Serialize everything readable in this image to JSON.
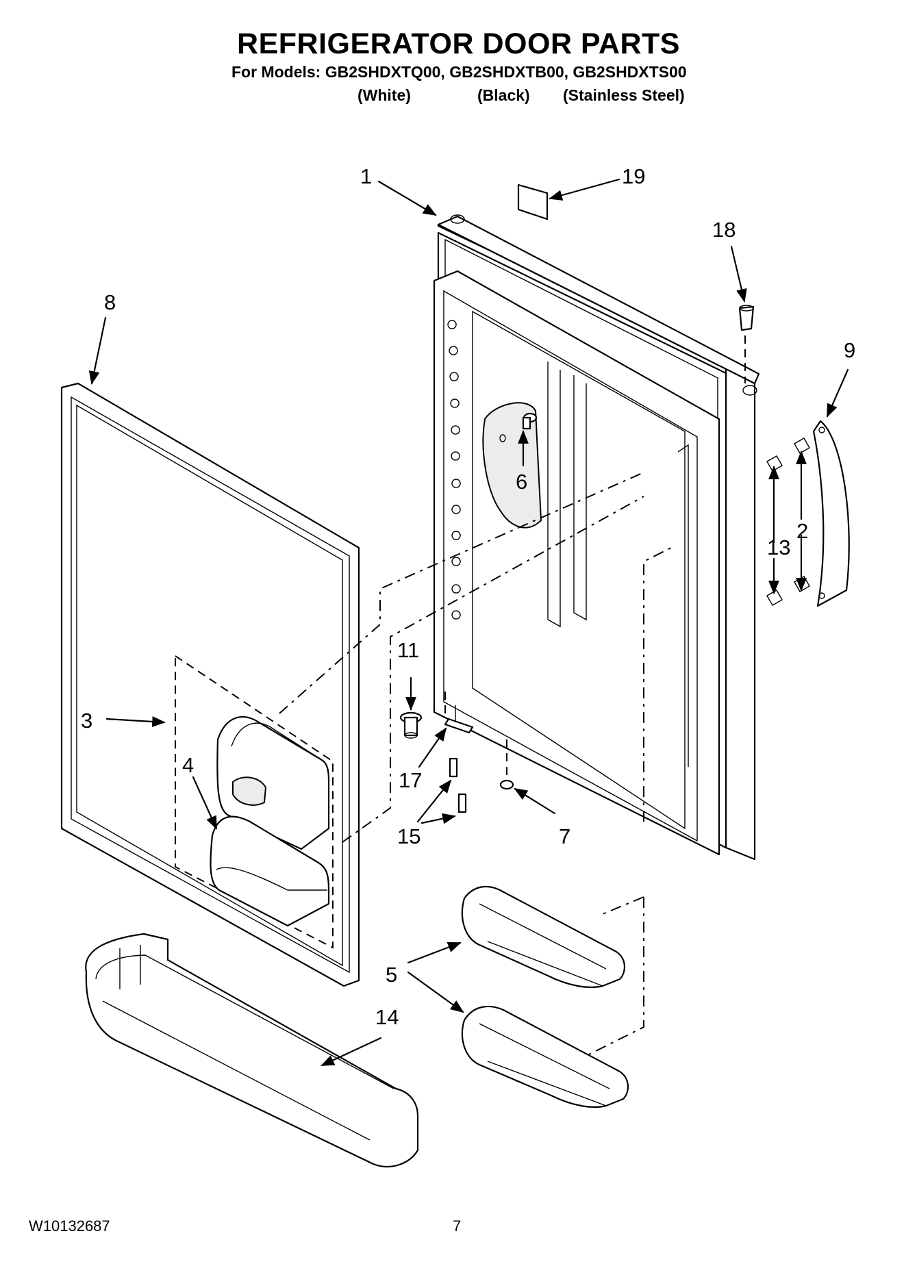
{
  "header": {
    "title": "REFRIGERATOR DOOR PARTS",
    "models_line": "For Models: GB2SHDXTQ00, GB2SHDXTB00, GB2SHDXTS00",
    "variants": [
      "(White)",
      "(Black)",
      "(Stainless Steel)"
    ]
  },
  "callouts": {
    "c1": "1",
    "c2": "2",
    "c3": "3",
    "c4": "4",
    "c5": "5",
    "c6": "6",
    "c7": "7",
    "c8": "8",
    "c9": "9",
    "c11": "11",
    "c13": "13",
    "c14": "14",
    "c15": "15",
    "c17": "17",
    "c18": "18",
    "c19": "19"
  },
  "footer": {
    "doc_code": "W10132687",
    "page_number": "7"
  }
}
